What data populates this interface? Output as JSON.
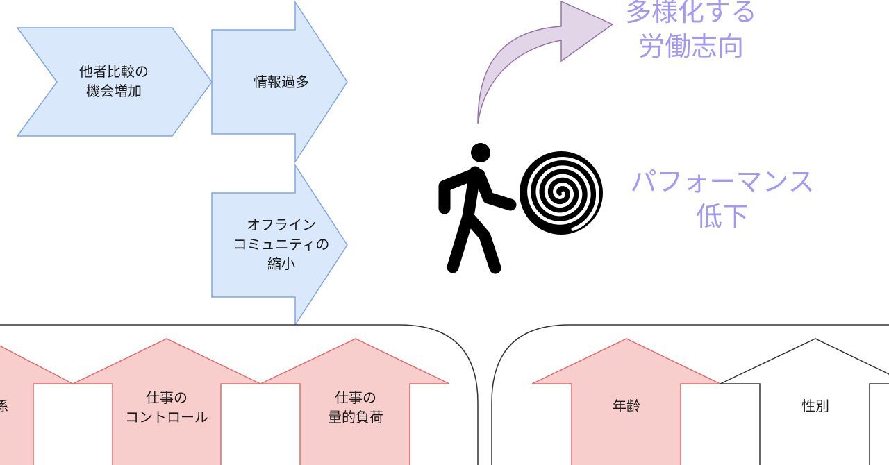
{
  "colors": {
    "blue_fill": "#dae8fc",
    "blue_stroke": "#7ea6e0",
    "red_fill": "#f8cecc",
    "red_stroke": "#e06c6c",
    "purple_fill": "#e1d5e7",
    "purple_stroke": "#9673a6",
    "accent_text": "#a29af0"
  },
  "causes": {
    "comparison": {
      "line1": "他者比較の",
      "line2": "機会増加"
    },
    "info_overload": {
      "line1": "情報過多"
    },
    "community": {
      "line1": "オフライン",
      "line2": "コミュニティの",
      "line3": "縮小"
    }
  },
  "outcomes": {
    "diversify": {
      "line1": "多様化する",
      "line2": "労働志向"
    },
    "performance": {
      "line1": "パフォーマンス",
      "line2": "低下"
    }
  },
  "icons": {
    "person": "walking-person-icon",
    "spiral": "spiral-icon",
    "curved_arrow": "curved-arrow-icon"
  },
  "factors_left": [
    {
      "line1": "係"
    },
    {
      "line1": "仕事の",
      "line2": "コントロール"
    },
    {
      "line1": "仕事の",
      "line2": "量的負荷"
    }
  ],
  "factors_right": [
    {
      "line1": "年齢"
    },
    {
      "line1": "性別"
    }
  ]
}
